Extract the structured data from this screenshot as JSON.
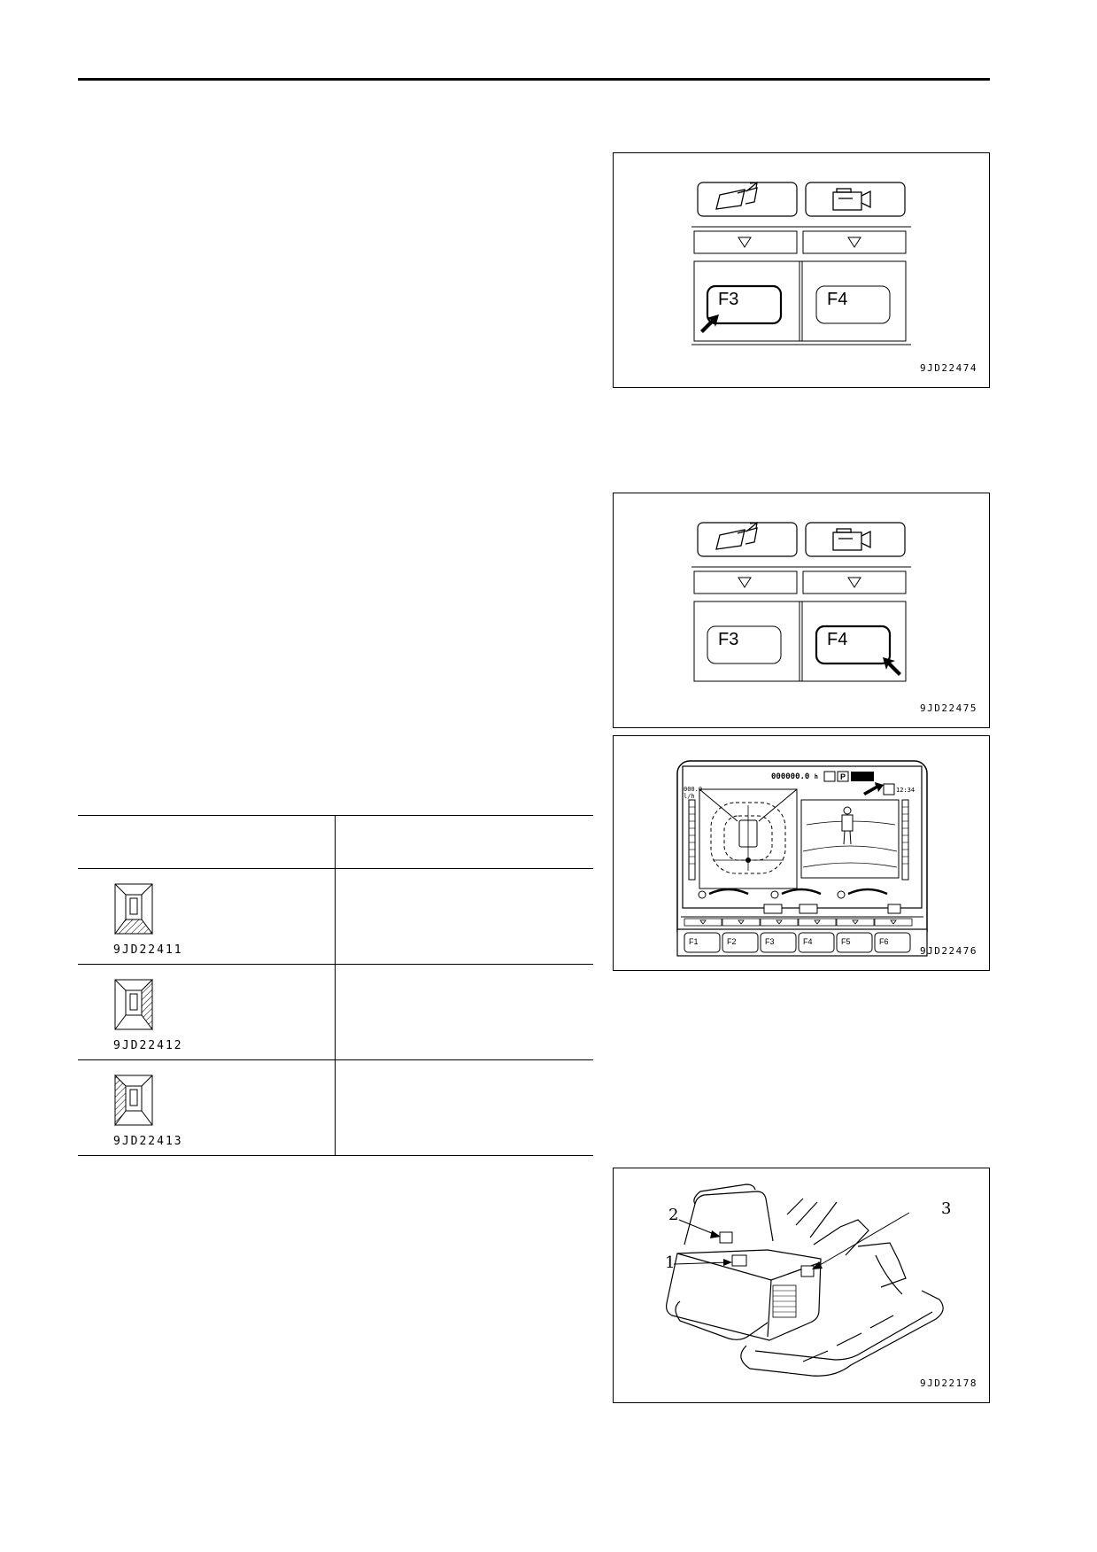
{
  "figures": {
    "fig1": {
      "code": "9JD22474",
      "key_left": "F3",
      "key_right": "F4",
      "arrow_icon": "down-triangle-icon",
      "icon_left": "mirror-switch-icon",
      "icon_right": "camera-icon"
    },
    "fig2": {
      "code": "9JD22475",
      "key_left": "F3",
      "key_right": "F4",
      "arrow_icon": "down-triangle-icon",
      "icon_left": "mirror-switch-icon",
      "icon_right": "camera-icon"
    },
    "fig3": {
      "code": "9JD22476",
      "hour_meter": "000000.0",
      "hour_unit": "h",
      "left_readout_top": "000.0",
      "left_readout_bottom": "l/h",
      "clock": "12:34",
      "fkeys": [
        "F1",
        "F2",
        "F3",
        "F4",
        "F5",
        "F6"
      ]
    },
    "fig4": {
      "code": "9JD22178",
      "callouts": [
        "1",
        "2",
        "3"
      ]
    }
  },
  "table": {
    "rows": [
      {
        "icon_code": "9JD22411",
        "icon": "camera-view-rear-icon"
      },
      {
        "icon_code": "9JD22412",
        "icon": "camera-view-right-icon"
      },
      {
        "icon_code": "9JD22413",
        "icon": "camera-view-left-icon"
      }
    ]
  }
}
